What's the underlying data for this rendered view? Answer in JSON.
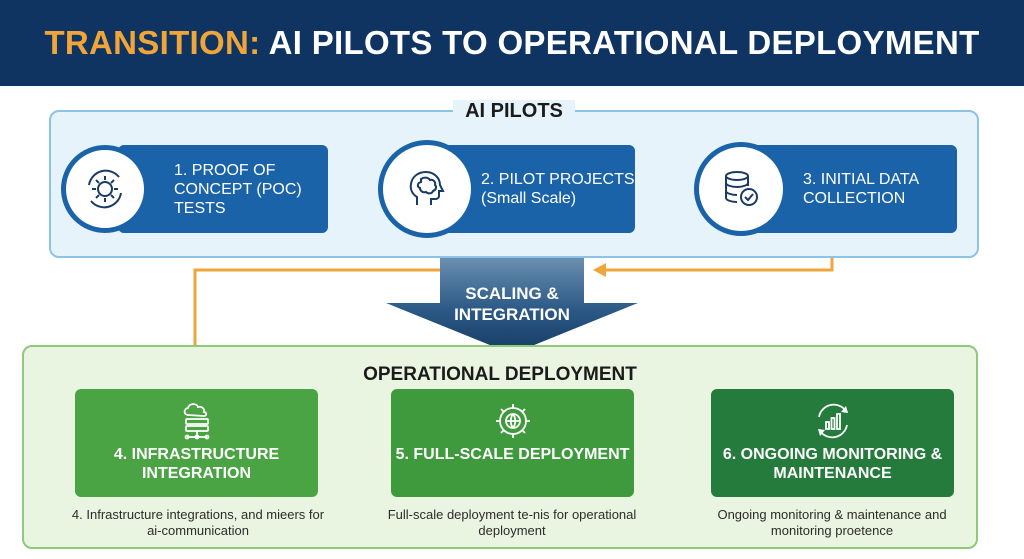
{
  "header": {
    "title_accent": "TRANSITION:",
    "title_rest": " AI PILOTS TO OPERATIONAL DEPLOYMENT"
  },
  "pilots": {
    "label": "AI PILOTS",
    "steps": [
      {
        "title": "1. PROOF OF CONCEPT (POC) TESTS",
        "icon": "gear-cycle-icon"
      },
      {
        "title": "2. PILOT PROJECTS (Small Scale)",
        "icon": "brain-head-icon"
      },
      {
        "title": "3. INITIAL DATA COLLECTION",
        "icon": "database-check-icon"
      }
    ]
  },
  "transition": {
    "label": "SCALING & INTEGRATION"
  },
  "operations": {
    "label": "OPERATIONAL DEPLOYMENT",
    "steps": [
      {
        "title": "4. INFRASTRUCTURE INTEGRATION",
        "description": "4. Infrastructure integrations, and miеers for ai-communication",
        "icon": "cloud-server-icon"
      },
      {
        "title": "5. FULL-SCALE DEPLOYMENT",
        "description": "Full-scale deployment te-nis for operational deployment",
        "icon": "gear-globe-icon"
      },
      {
        "title": "6. ONGOING MONITORING & MAINTENANCE",
        "description": "Ongoing monitoring & maintenance and monitoring proetence",
        "icon": "chart-cycle-icon"
      }
    ]
  },
  "colors": {
    "navy": "#0f3461",
    "accent": "#f0a53a",
    "pilot_blue": "#1a63a8",
    "ops_green": "#4ba443",
    "ops_dark_green": "#247b3c",
    "arrow_orange": "#f0a53a"
  }
}
